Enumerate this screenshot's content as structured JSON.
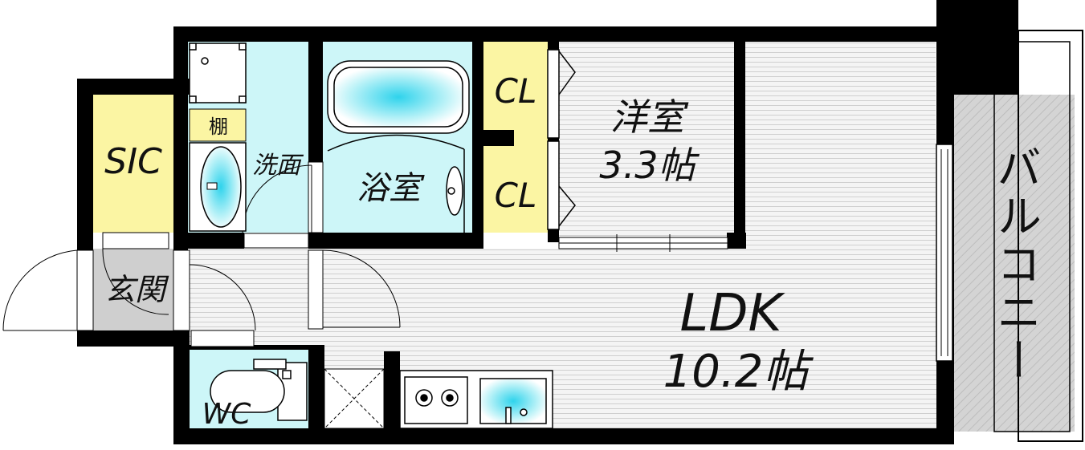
{
  "rooms": {
    "sic": "SIC",
    "entrance": "玄関",
    "shelf": "棚",
    "washroom": "洗面",
    "bathroom": "浴室",
    "closet_top": "CL",
    "closet_bottom": "CL",
    "western_room_name": "洋室",
    "western_room_size": "3.3帖",
    "wc": "WC",
    "ldk_name": "LDK",
    "ldk_size": "10.2帖",
    "balcony": "バルコニー"
  },
  "colors": {
    "wall": "#000000",
    "storage": "#fbf5a3",
    "water": "#cdf6f8",
    "water_accent": "#3fd6ea",
    "floor": "#f2f2f2",
    "balcony": "#d2d2d2",
    "entrance": "#cfcfcf"
  }
}
